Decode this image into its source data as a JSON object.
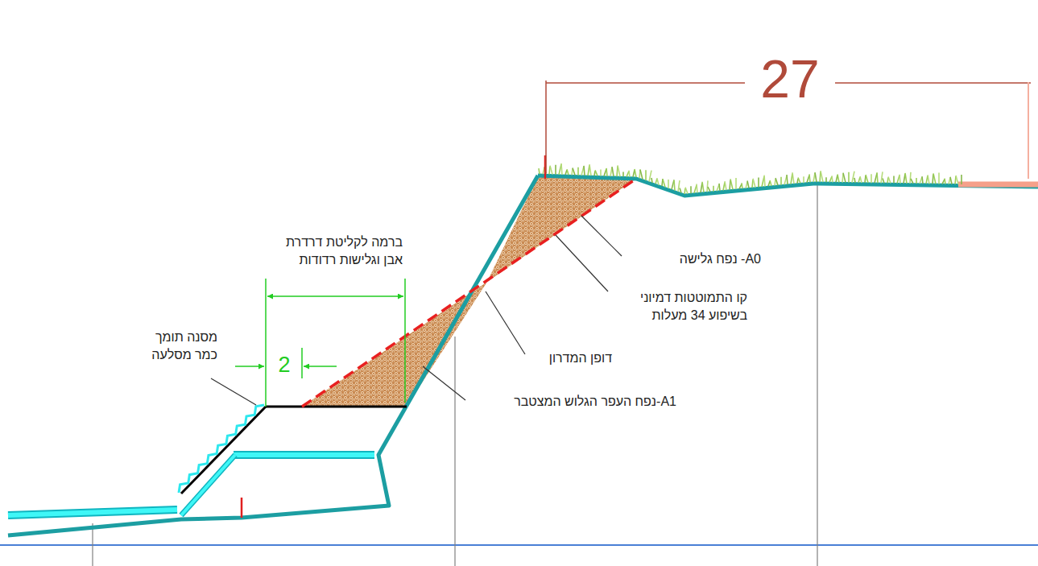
{
  "diagram": {
    "labels": [
      "27",
      "ברמה לקליטת דרדרת אבן וגלישות רדודות",
      "2",
      "מסנה תומך כמר מסלעה",
      "A0- נפח גלישה",
      "קו התמוטטות דמיוני בשיפוע 34 מעלות",
      "דופן המדרון",
      "A1-נפח העפר הגלוש המצטבר"
    ]
  }
}
